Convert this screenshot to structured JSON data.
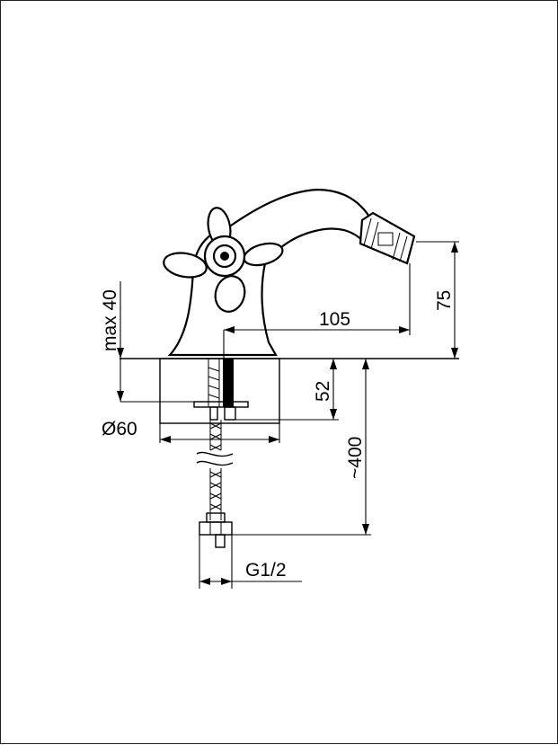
{
  "drawing": {
    "colors": {
      "line": "#000000",
      "background": "#ffffff",
      "frame": "#222222"
    },
    "dimensions": {
      "height_max": "max 40",
      "spout_reach": "105",
      "spout_height": "75",
      "thread_length": "52",
      "base_diameter": "Ø60",
      "hose_length": "~400",
      "connection": "G1/2"
    }
  }
}
